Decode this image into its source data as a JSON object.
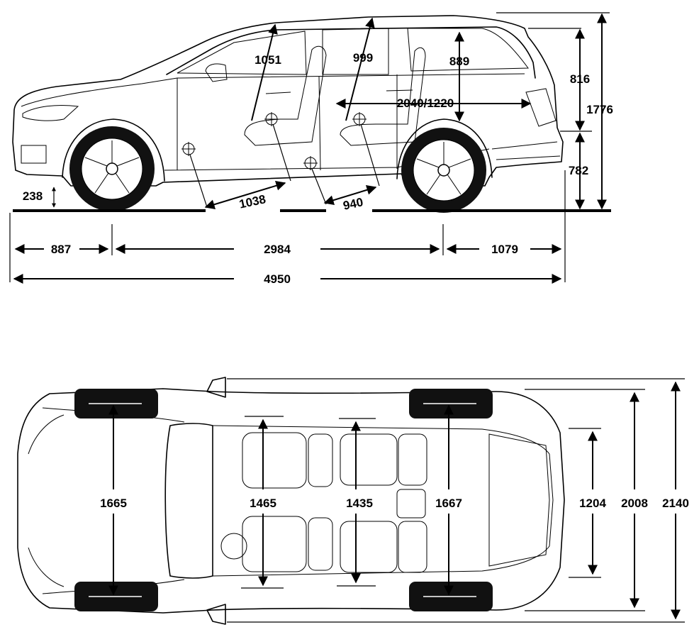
{
  "side_view": {
    "headroom_front": "1051",
    "headroom_second_row": "999",
    "headroom_third_row": "889",
    "cargo_length": "2040/1220",
    "cargo_opening_height": "816",
    "overall_height": "1776",
    "loading_sill_height": "782",
    "ground_clearance": "238",
    "legroom_front": "1038",
    "legroom_second_row": "940",
    "front_overhang": "887",
    "wheelbase": "2984",
    "rear_overhang": "1079",
    "overall_length": "4950"
  },
  "top_view": {
    "front_track": "1665",
    "shoulder_room_front": "1465",
    "shoulder_room_second_row": "1435",
    "rear_track": "1667",
    "cargo_width": "1204",
    "width_excl_mirrors": "2008",
    "width_incl_mirrors": "2140"
  }
}
